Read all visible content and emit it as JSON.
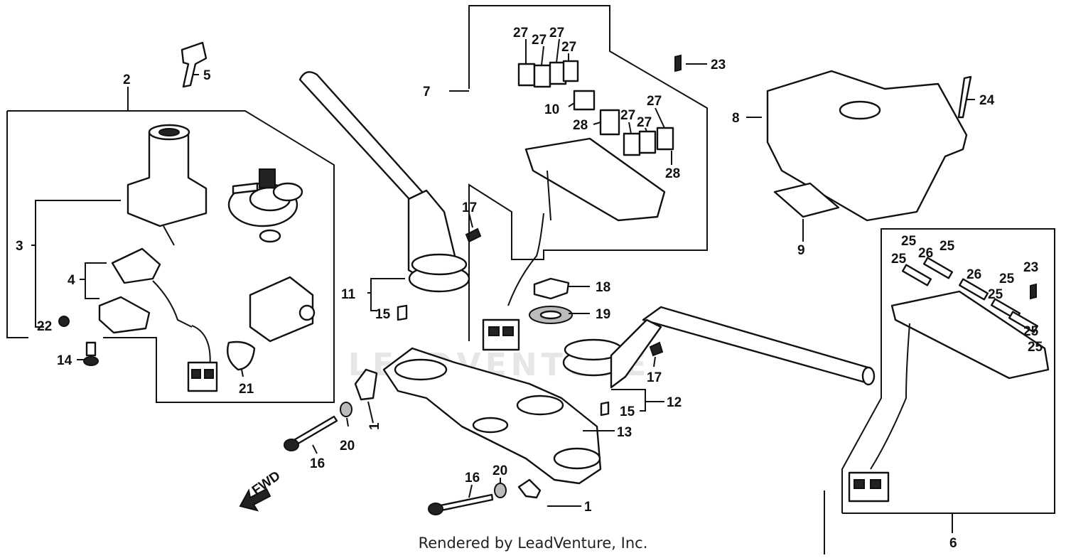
{
  "watermark": "LEADVENTURE",
  "caption": "Rendered by LeadVenture, Inc.",
  "direction_arrow": "FWD",
  "callouts": {
    "c1a": "1",
    "c1b": "1",
    "c2": "2",
    "c3": "3",
    "c4": "4",
    "c5": "5",
    "c6": "6",
    "c7": "7",
    "c8": "8",
    "c9": "9",
    "c10": "10",
    "c11": "11",
    "c12": "12",
    "c13": "13",
    "c14": "14",
    "c15a": "15",
    "c15b": "15",
    "c16a": "16",
    "c16b": "16",
    "c17a": "17",
    "c17b": "17",
    "c18": "18",
    "c19": "19",
    "c20a": "20",
    "c20b": "20",
    "c21": "21",
    "c22": "22",
    "c23a": "23",
    "c23b": "23",
    "c24": "24",
    "c25a": "25",
    "c25b": "25",
    "c25c": "25",
    "c25d": "25",
    "c25e": "25",
    "c25f": "25",
    "c25g": "25",
    "c26a": "26",
    "c26b": "26",
    "c27a": "27",
    "c27b": "27",
    "c27c": "27",
    "c27d": "27",
    "c27e": "27",
    "c27f": "27",
    "c27g": "27",
    "c28a": "28",
    "c28b": "28"
  }
}
